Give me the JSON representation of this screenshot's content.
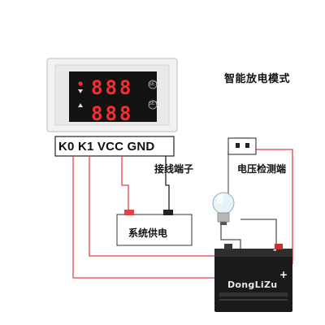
{
  "diagram": {
    "title": "智能放电模式",
    "pin_labels": "K0 K1 VCC GND",
    "terminal_label": "接线端子",
    "sense_label": "电压检测端",
    "supply_label": "系统供电",
    "battery_brand": "DongLiZu",
    "display_top": "888",
    "display_bottom": "888",
    "set_top": "SET",
    "set_bottom": "SET",
    "plus": "+",
    "minus": "-"
  },
  "colors": {
    "wire_red": "#e04545",
    "wire_black": "#222222",
    "wire_gray": "#888888",
    "display_digits": "#ff2a2a",
    "module_frame": "#f0f0f0",
    "module_face": "#111111",
    "battery_body": "#1a1a1a"
  },
  "icons": [
    "light-bulb-icon",
    "up-arrow-icon",
    "down-arrow-icon",
    "battery-icon",
    "voltage-sense-box-icon"
  ]
}
